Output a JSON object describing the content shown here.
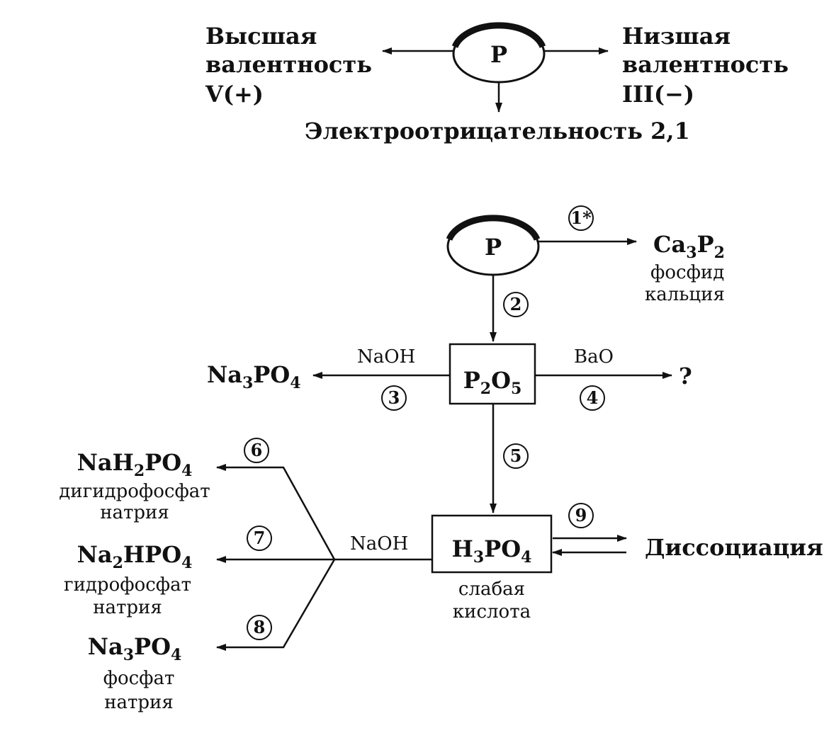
{
  "top": {
    "element": "P",
    "higher_valence_line1": "Высшая",
    "higher_valence_line2": "валентность",
    "higher_valence_value": "V(+)",
    "lower_valence_line1": "Низшая",
    "lower_valence_line2": "валентность",
    "lower_valence_value": "III(−)",
    "electronegativity": "Электроотрицательность 2,1"
  },
  "scheme": {
    "element": "P",
    "oxide": {
      "main": "P",
      "sub1": "2",
      "mid": "O",
      "sub2": "5"
    },
    "acid": {
      "h": "H",
      "sub": "3",
      "rest": "PO",
      "sub2": "4"
    },
    "acid_note_line1": "слабая",
    "acid_note_line2": "кислота",
    "ca3p2": {
      "ca": "Ca",
      "sub1": "3",
      "p": "P",
      "sub2": "2"
    },
    "ca3p2_name_line1": "фосфид",
    "ca3p2_name_line2": "кальция",
    "na3po4_left": {
      "na": "Na",
      "sub1": "3",
      "po": "PO",
      "sub2": "4"
    },
    "naoh_reagent_1": "NaOH",
    "bao_reagent": "BaO",
    "question": "?",
    "naoh_reagent_2": "NaOH",
    "dissociation": "Диссоциация",
    "products": [
      {
        "a": "NaH",
        "s1": "2",
        "b": "PO",
        "s2": "4",
        "name1": "дигидрофосфат",
        "name2": "натрия"
      },
      {
        "a": "Na",
        "s1": "2",
        "b": "HPO",
        "s2": "4",
        "name1": "гидрофосфат",
        "name2": "натрия"
      },
      {
        "a": "Na",
        "s1": "3",
        "b": "PO",
        "s2": "4",
        "name1": "фосфат",
        "name2": "натрия"
      }
    ],
    "steps": [
      "1*",
      "2",
      "3",
      "4",
      "5",
      "6",
      "7",
      "8",
      "9"
    ]
  }
}
